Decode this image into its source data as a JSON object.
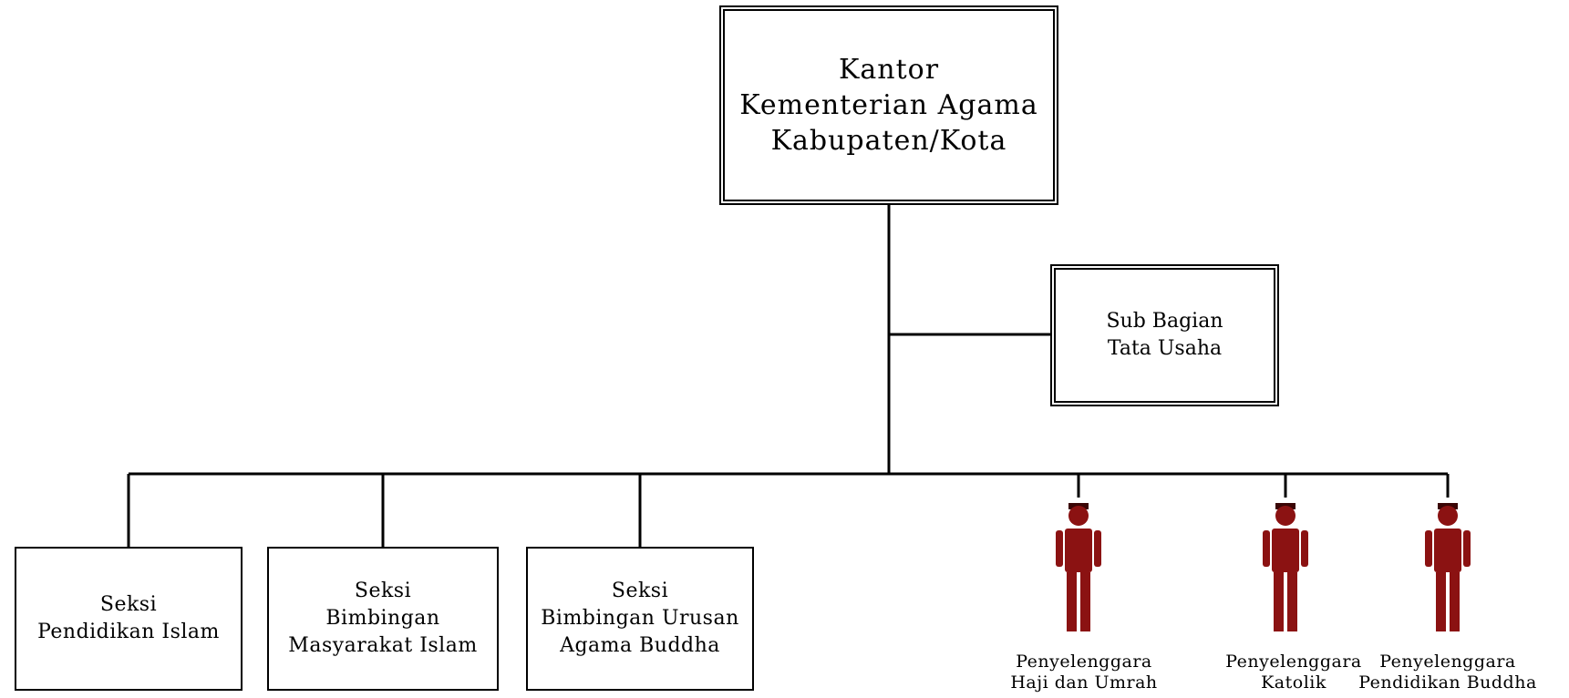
{
  "colors": {
    "line": "#000000",
    "person": "#8b1212",
    "person_dark": "#3a0505",
    "background": "#ffffff"
  },
  "head": {
    "lines": [
      "Kantor",
      "Kementerian Agama",
      "Kabupaten/Kota"
    ]
  },
  "staff": {
    "lines": [
      "Sub Bagian",
      "Tata Usaha"
    ]
  },
  "sections": [
    {
      "lines": [
        "Seksi",
        "Pendidikan Islam"
      ]
    },
    {
      "lines": [
        "Seksi",
        "Bimbingan",
        "Masyarakat Islam"
      ]
    },
    {
      "lines": [
        "Seksi",
        "Bimbingan Urusan",
        "Agama Buddha"
      ]
    }
  ],
  "organizers": [
    {
      "icon": "person-icon",
      "lines": [
        "Penyelenggara",
        "Haji dan Umrah"
      ]
    },
    {
      "icon": "person-icon",
      "lines": [
        "Penyelenggara",
        "Katolik"
      ]
    },
    {
      "icon": "person-icon",
      "lines": [
        "Penyelenggara",
        "Pendidikan Buddha"
      ]
    }
  ]
}
